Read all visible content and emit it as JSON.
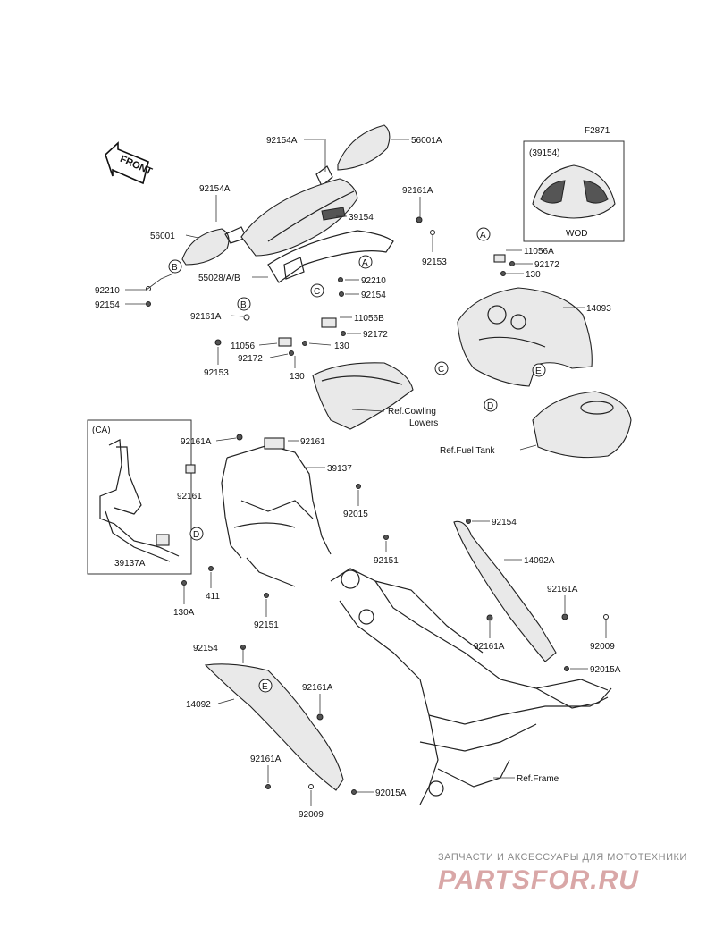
{
  "figure_code": "F2871",
  "front_label": "FRONT",
  "inset_top": {
    "label": "(39154)",
    "caption": "WOD"
  },
  "inset_ca": {
    "label": "(CA)",
    "part": "39137A"
  },
  "callouts": [
    "A",
    "B",
    "C",
    "D",
    "E"
  ],
  "parts": [
    "92154A",
    "56001A",
    "92154A",
    "92161A",
    "39154",
    "56001",
    "92153",
    "92210",
    "92154",
    "55028/A/B",
    "92210",
    "92154",
    "92161A",
    "11056B",
    "92172",
    "11056",
    "92172",
    "130",
    "92153",
    "130",
    "11056A",
    "92172",
    "130",
    "14093",
    "92161A",
    "92161",
    "39137",
    "92161",
    "92015",
    "92151",
    "411",
    "130A",
    "92151",
    "92154",
    "14092A",
    "92161A",
    "92161A",
    "92009",
    "92015A",
    "92154",
    "14092",
    "92161A",
    "92161A",
    "92009",
    "92015A"
  ],
  "refs": {
    "cowling": [
      "Ref.Cowling",
      "Lowers"
    ],
    "fuel_tank": "Ref.Fuel Tank",
    "frame": "Ref.Frame"
  },
  "watermark": {
    "tagline": "ЗАПЧАСТИ И АКСЕССУАРЫ ДЛЯ МОТОТЕХНИКИ",
    "brand": "PARTSFOR.RU"
  }
}
